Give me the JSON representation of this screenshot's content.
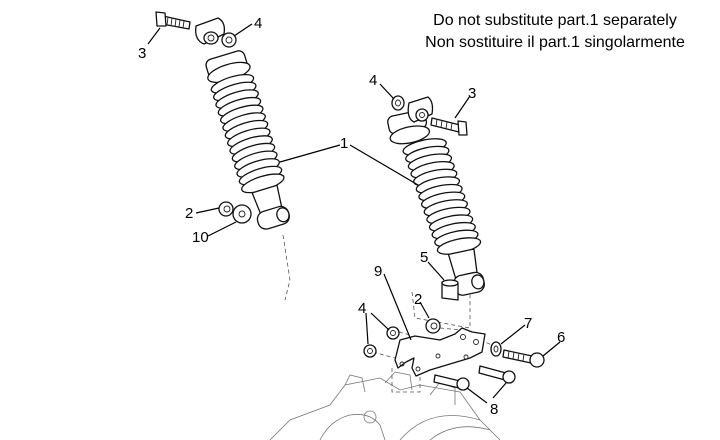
{
  "notes": {
    "line1": "Do not substitute part.1 separately",
    "line2": "Non sostituire il part.1 singolarmente"
  },
  "callouts": [
    {
      "id": "c3a",
      "label": "3",
      "part": "bolt"
    },
    {
      "id": "c4a",
      "label": "4",
      "part": "nut"
    },
    {
      "id": "c1",
      "label": "1",
      "part": "rear shock absorber"
    },
    {
      "id": "c4b",
      "label": "4",
      "part": "nut"
    },
    {
      "id": "c3b",
      "label": "3",
      "part": "bolt"
    },
    {
      "id": "c2a",
      "label": "2",
      "part": "nut"
    },
    {
      "id": "c10",
      "label": "10",
      "part": "washer"
    },
    {
      "id": "c5",
      "label": "5",
      "part": "spacer"
    },
    {
      "id": "c9",
      "label": "9",
      "part": "bracket"
    },
    {
      "id": "c2b",
      "label": "2",
      "part": "nut"
    },
    {
      "id": "c4c",
      "label": "4",
      "part": "nut"
    },
    {
      "id": "c7",
      "label": "7",
      "part": "washer"
    },
    {
      "id": "c6",
      "label": "6",
      "part": "bolt"
    },
    {
      "id": "c8",
      "label": "8",
      "part": "bolt"
    }
  ]
}
